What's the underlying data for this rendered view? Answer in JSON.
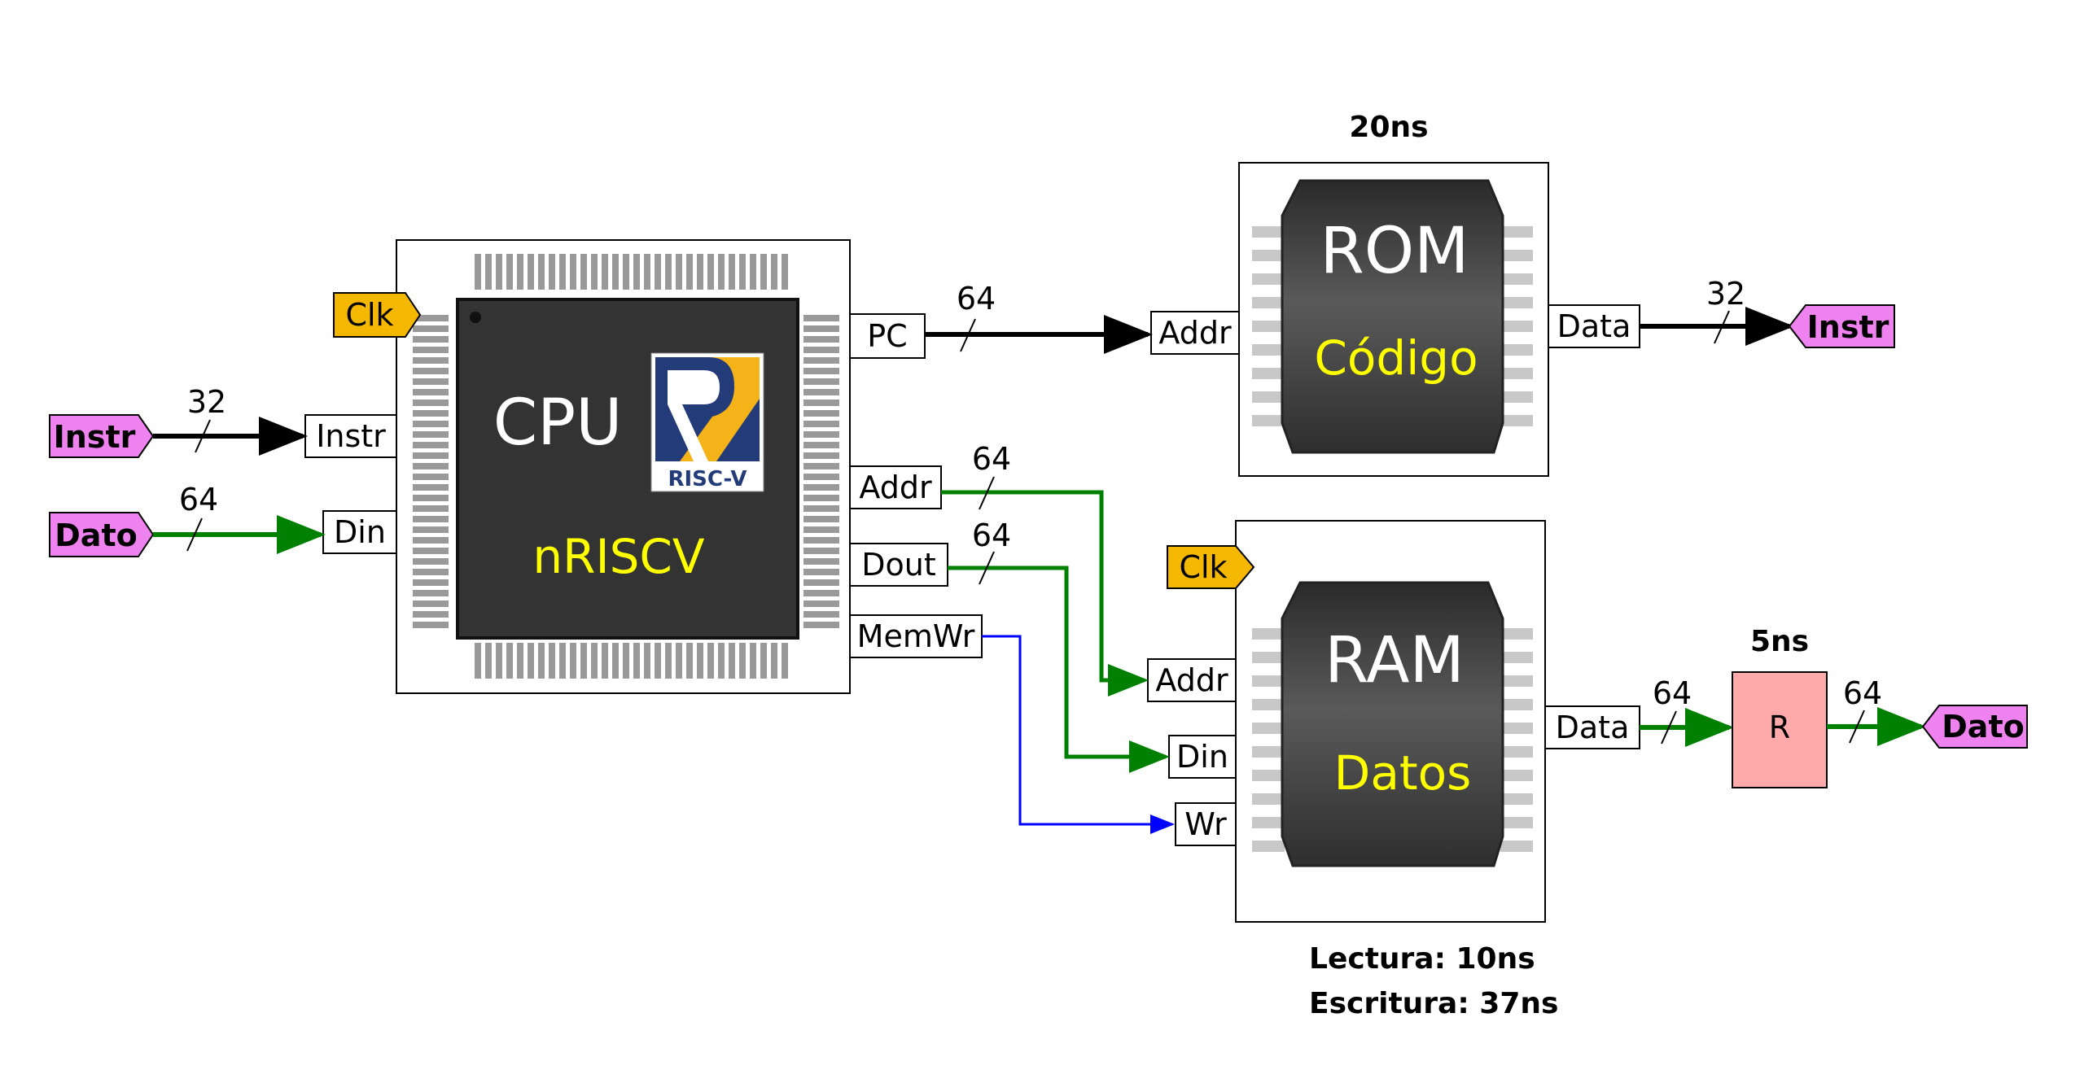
{
  "cpu": {
    "title": "CPU",
    "name": "nRISCV",
    "logo_text": "RISC-V",
    "clk": "Clk",
    "ports_in": [
      "Instr",
      "Din"
    ],
    "ports_out": [
      "PC",
      "Addr",
      "Dout",
      "MemWr"
    ]
  },
  "inputs": {
    "instr_tag": "Instr",
    "instr_width": "32",
    "dato_tag": "Dato",
    "dato_width": "64"
  },
  "rom": {
    "title": "ROM",
    "subtitle": "Código",
    "timing": "20ns",
    "port_in": "Addr",
    "port_out": "Data"
  },
  "ram": {
    "title": "RAM",
    "subtitle": "Datos",
    "clk": "Clk",
    "ports_in": [
      "Addr",
      "Din",
      "Wr"
    ],
    "port_out": "Data",
    "timing_read": "Lectura: 10ns",
    "timing_write": "Escritura: 37ns"
  },
  "register": {
    "label": "R",
    "timing": "5ns"
  },
  "outputs": {
    "instr_tag": "Instr",
    "dato_tag": "Dato"
  },
  "buses": {
    "pc_width": "64",
    "rom_data_width": "32",
    "addr_width": "64",
    "dout_width": "64",
    "ram_data_width": "64",
    "reg_out_width": "64"
  },
  "colors": {
    "data_bus": "#008000",
    "control": "#0000ff",
    "instr_bus": "#000000",
    "tag_fill": "#ee82ee",
    "clk_fill": "#f5b800",
    "register_fill": "#ffaaaa",
    "chip_body": "#333333",
    "chip_text": "#ffffff",
    "chip_sub": "#ffff00"
  }
}
